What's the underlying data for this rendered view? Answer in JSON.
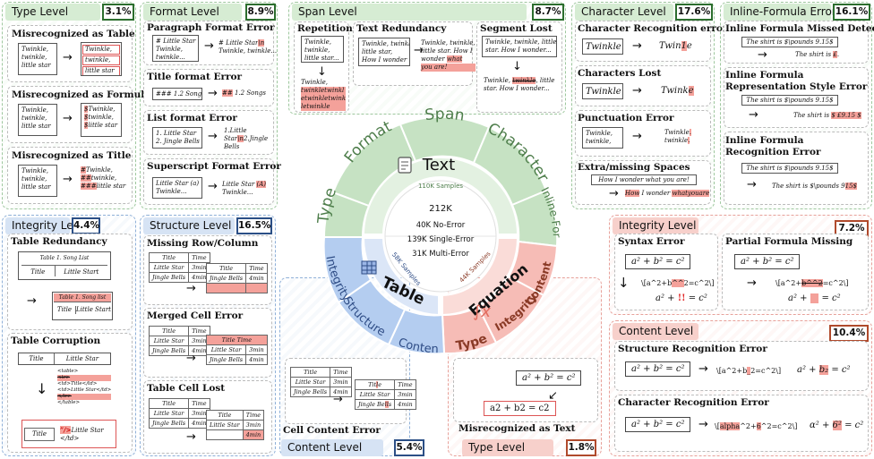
{
  "levels": {
    "type": {
      "label": "Type Level",
      "pct": "3.1%"
    },
    "format": {
      "label": "Format Level",
      "pct": "8.9%"
    },
    "span": {
      "label": "Span Level",
      "pct": "8.7%"
    },
    "character": {
      "label": "Character Level",
      "pct": "17.6%"
    },
    "inline": {
      "label": "Inline-Formula Error",
      "pct": "16.1%"
    },
    "integrity": {
      "label": "Integrity Level",
      "pct": "4.4%"
    },
    "structure": {
      "label": "Structure Level",
      "pct": "16.5%"
    },
    "content": {
      "label": "Content Level",
      "pct": "5.4%"
    },
    "type_eq": {
      "label": "Type Level",
      "pct": "1.8%"
    },
    "integrity_eq": {
      "label": "Integrity Level",
      "pct": "7.2%"
    },
    "content_eq": {
      "label": "Content Level",
      "pct": "10.4%"
    }
  },
  "titles": {
    "mis_table": "Misrecognized  as Table",
    "mis_formula": "Misrecognized as Formula",
    "mis_title": "Misrecognized as Title",
    "para_fmt": "Paragraph Format Error",
    "title_fmt": "Title format Error",
    "list_fmt": "List format Error",
    "sup_fmt": "Superscript Format Error",
    "repetition": "Repetition",
    "text_redund": "Text Redundancy",
    "seg_lost": "Segment Lost",
    "char_rec": "Character Recognition error",
    "chars_lost": "Characters Lost",
    "punct": "Punctuation Error",
    "spaces": "Extra/missing Spaces",
    "inline_missed": "Inline Formula Missed Detect",
    "inline_repr": "Inline Formula Representation Style Error",
    "inline_rec": "Inline Formula Recognition Error",
    "tbl_redund": "Table Redundancy",
    "tbl_corrupt": "Table Corruption",
    "missing_rowcol": "Missing Row/Column",
    "merged_cell": "Merged Cell Error",
    "cell_lost": "Table Cell Lost",
    "cell_content": "Cell Content Error",
    "mis_text": "Misrecognized as Text",
    "syntax": "Syntax Error",
    "partial_missing": "Partial Formula Missing",
    "struct_rec": "Structure Recognition Error",
    "char_rec_eq": "Character Recognition Error"
  },
  "texts": {
    "twinkle3": [
      "Twinkle,",
      "twinkle,",
      "little star"
    ],
    "twinkle_star": [
      "Twinkle,",
      "twinkle,",
      "little star..."
    ],
    "twinkle1": "Twinkle",
    "twinkle_res": "Twin",
    "twinkle_res2": "Twink",
    "twinkle_punct": "Twinkle,",
    "twinkle_punct2": "twinkle,",
    "paragraph_src": [
      "# Little Star",
      "Twinkle,",
      "twinkle..."
    ],
    "paragraph_out": [
      "# Little Star",
      "Twinkle, twinkle..."
    ],
    "title_src": "### 1.2 Songs",
    "title_out": "1.2 Songs",
    "list_src": [
      "1.  Little Star",
      "2.  Jingle Bells"
    ],
    "list_out": [
      "1.Little",
      "Star",
      "2.Jingle",
      "Bells"
    ],
    "sup_src": [
      "Little Star (a)",
      "Twinkle..."
    ],
    "sup_out": [
      "Little Star",
      "(A)",
      "Twinkle..."
    ],
    "rep_src": [
      "Twinkle,",
      "twinkle,",
      "little star..."
    ],
    "rep_out": [
      "Twinkle,",
      "twinkletwinkl",
      "etwinkletwink",
      "letwinkle"
    ],
    "redund_src": [
      "Twinkle, twinkle,",
      "little star,",
      "How I wonder"
    ],
    "redund_out": [
      "Twinkle, twinkle,",
      "little star. How I",
      "wonder",
      "what",
      "you are!"
    ],
    "seg_src": [
      "Twinkle, twinkle, little",
      "star. How I wonder..."
    ],
    "seg_out": [
      "Twinkle,",
      "twinkle",
      "little",
      "star. How I wonder..."
    ],
    "spaces_src": "How I wonder what you are!",
    "spaces_out": [
      "How",
      "I wonder",
      "whatyouare"
    ],
    "shirt": "The shirt is $\\pounds 9.15$",
    "shirt_missed_out": "The shirt is",
    "shirt_missed_hl": "£",
    "shirt_repr_out": "The shirt is",
    "shirt_repr_hl": "$ £9.15 $",
    "shirt_rec_out": "The shirt is $\\pounds 9",
    "shirt_rec_hl": "15$",
    "table_title": "Table 1. Song List",
    "table_out_title": "Table 1. Song list",
    "col_title": "Title",
    "col_star": "Little Start",
    "col_star2": "Little Star",
    "corrupt_src": [
      "<table>",
      "<tr>",
      "<td>Title</td>",
      "<td>Little Star</td>",
      "</tr>",
      "</table>"
    ],
    "corrupt_out": [
      "Title",
      "”/>",
      "Little Star",
      "</td>"
    ],
    "eq_src": "a² + b² = c²",
    "eq_text": "a2 + b2 = c2",
    "syntax_out1": "\\[a^2+b",
    "syntax_hl": "^^",
    "syntax_out1b": "2=c^2\\]",
    "syntax_out2a": "a² +",
    "syntax_hl2": "!!",
    "syntax_out2b": "= c²",
    "partial_out_a": "\\[a^2+",
    "partial_hl": "b^^2",
    "partial_out_b": "=c^2\\]",
    "partial_render_a": "a² +",
    "partial_render_b": "= c²",
    "struct_out_a": "\\[a^2+b",
    "struct_hl": "_",
    "struct_out_b": "2=c^2\\]",
    "struct_render_a": "a² +",
    "struct_render_hl": "b₂",
    "struct_render_b": "= c²",
    "charrec_out_a": "\\[",
    "charrec_hl": "alpha",
    "charrec_out_b": "^2+",
    "charrec_hl2": "6",
    "charrec_out_c": "^2=c^2\\]",
    "charrec_render_a": "α² +",
    "charrec_render_hl": "6²",
    "charrec_render_b": "= c²",
    "rows": {
      "h": [
        "Title",
        "Time"
      ],
      "r1": [
        "Little Star",
        "3min"
      ],
      "r2": [
        "Jingle Bells",
        "4min"
      ]
    }
  },
  "wheel": {
    "center_total": "212K",
    "no_error": "40K No-Error",
    "single_error": "139K Single-Error",
    "multi_error": "31K Multi-Error",
    "text_label": "Text",
    "table_label": "Table",
    "equation_label": "Equation",
    "text_samples": "110K Samples",
    "table_samples": "58K Samples",
    "eq_samples": "44K Samples",
    "outer": {
      "type": "Type",
      "format": "Format",
      "span": "Span",
      "character": "Character",
      "inline": "Inline-Formula",
      "content_eq": "Content",
      "integrity_eq": "Integrity",
      "type_eq": "Type",
      "content": "Content",
      "structure": "Structure",
      "integrity": "Integrity"
    },
    "colors": {
      "green": "#c6e2c3",
      "blue": "#b4cdf0",
      "red": "#f6bcb6",
      "greenMid": "#e3f1e1",
      "blueMid": "#dbe6f7",
      "redMid": "#fadcd8"
    }
  }
}
